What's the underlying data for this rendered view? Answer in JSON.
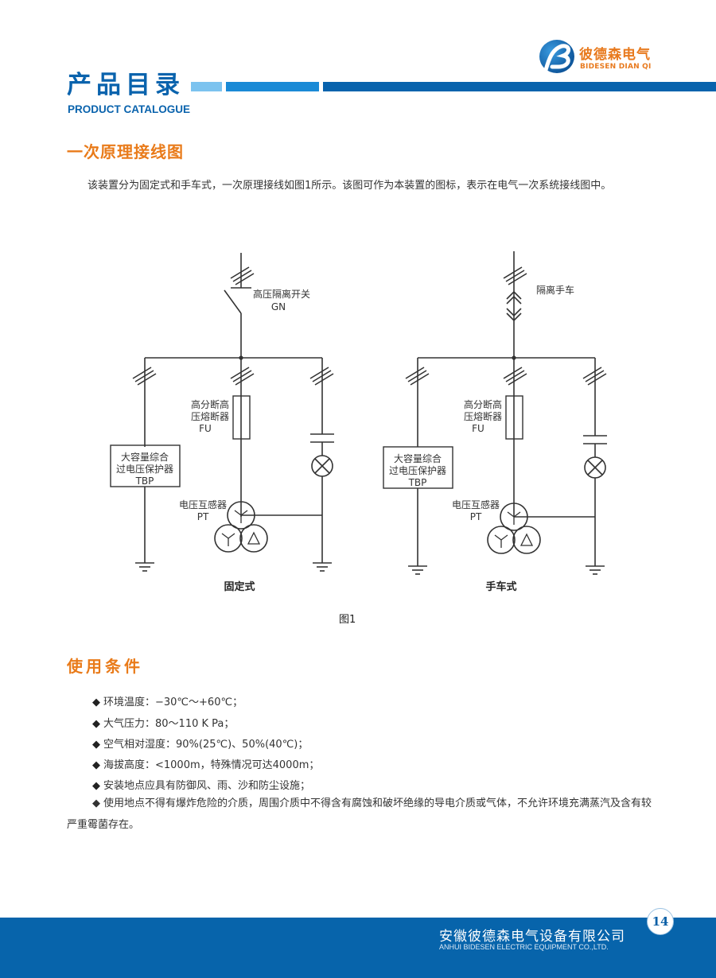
{
  "brand": {
    "name_cn": "彼德森电气",
    "name_en": "BIDESEN DIAN QI",
    "logo_letter": "B",
    "colors": {
      "primary_blue": "#0863ad",
      "accent_orange": "#e97b1a",
      "light_blue": "#7cc3ef",
      "mid_blue": "#1a8ad6"
    }
  },
  "header": {
    "title_cn": "产品目录",
    "title_en": "PRODUCT CATALOGUE"
  },
  "section1": {
    "title": "一次原理接线图",
    "paragraph": "该装置分为固定式和手车式，一次原理接线如图1所示。该图可作为本装置的图标，表示在电气一次系统接线图中。"
  },
  "figure": {
    "fixed": {
      "caption": "固定式",
      "switch_label": "高压隔离开关",
      "switch_code": "GN",
      "fuse_label_1": "高分断高",
      "fuse_label_2": "压熔断器",
      "fuse_code": "FU",
      "protector_label_1": "大容量综合",
      "protector_label_2": "过电压保护器",
      "protector_code": "TBP",
      "pt_label": "电压互感器",
      "pt_code": "PT"
    },
    "handcart": {
      "caption": "手车式",
      "switch_label": "隔离手车",
      "fuse_label_1": "高分断高",
      "fuse_label_2": "压熔断器",
      "fuse_code": "FU",
      "protector_label_1": "大容量综合",
      "protector_label_2": "过电压保护器",
      "protector_code": "TBP",
      "pt_label": "电压互感器",
      "pt_code": "PT"
    },
    "caption": "图1"
  },
  "section2": {
    "title": "使用条件",
    "bullet_icon": "◆",
    "conditions": [
      "环境温度：−30℃～+60℃；",
      "大气压力：80～110 K Pa；",
      "空气相对湿度：90%(25℃)、50%(40℃)；",
      "海拔高度：<1000m，特殊情况可达4000m；",
      "安装地点应具有防御风、雨、沙和防尘设施；",
      "使用地点不得有爆炸危险的介质，周围介质中不得含有腐蚀和破坏绝缘的导电介质或气体，不允许环境充满蒸汽及含有较严重霉菌存在。"
    ]
  },
  "footer": {
    "company_cn": "安徽彼德森电气设备有限公司",
    "company_en": "ANHUI BIDESEN ELECTRIC EQUIPMENT CO.,LTD.",
    "page_number": "14"
  }
}
